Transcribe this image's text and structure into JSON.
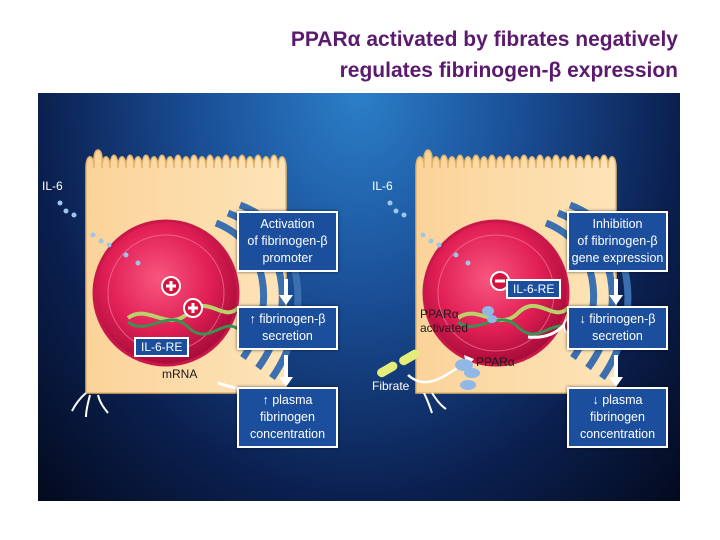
{
  "title": {
    "line1": "PPARα activated by fibrates negatively",
    "line2": "regulates fibrinogen-β expression"
  },
  "left": {
    "il6": "IL-6",
    "box1": [
      "Activation",
      "of fibrinogen-β",
      "promoter"
    ],
    "box2": [
      "↑ fibrinogen-β",
      "secretion"
    ],
    "box3": [
      "↑ plasma",
      "fibrinogen",
      "concentration"
    ],
    "il6re": "IL-6-RE",
    "mrna": "mRNA"
  },
  "right": {
    "il6": "IL-6",
    "box1": [
      "Inhibition",
      "of fibrinogen-β",
      "gene expression"
    ],
    "box2": [
      "↓ fibrinogen-β",
      "secretion"
    ],
    "box3": [
      "↓ plasma",
      "fibrinogen",
      "concentration"
    ],
    "il6re": "IL-6-RE",
    "ppar_activated": [
      "PPARα",
      "activated"
    ],
    "ppar": "PPARα",
    "fibrate": "Fibrate"
  },
  "colors": {
    "title": "#5b1a6e",
    "cell": "#fbd9a0",
    "nucleus": "#e8205a",
    "box": "#1b4e9c"
  }
}
